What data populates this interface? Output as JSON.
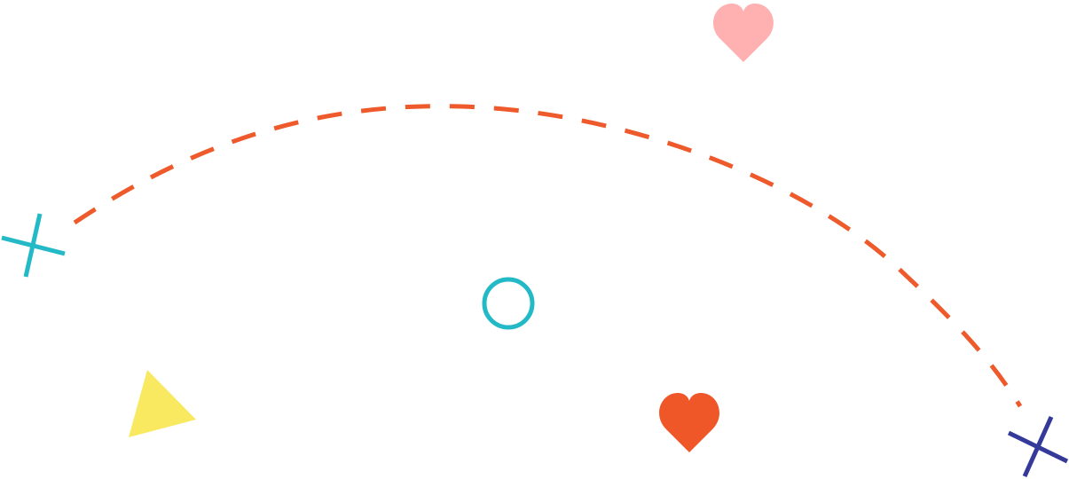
{
  "canvas": {
    "background": "#ffffff"
  },
  "colors": {
    "dashed_arc": "#EE5A2C",
    "cross_left": "#23B9C6",
    "cross_right": "#35399A",
    "circle": "#23B9C6",
    "triangle": "#F8E961",
    "heart_top": "#FFB1B1",
    "heart_bottom": "#EF5728"
  },
  "shapes": [
    {
      "name": "dashed-arc",
      "icon": "dashed-curve"
    },
    {
      "name": "cross-left",
      "icon": "cross-icon"
    },
    {
      "name": "cross-right",
      "icon": "cross-icon"
    },
    {
      "name": "ring",
      "icon": "circle-outline-icon"
    },
    {
      "name": "triangle",
      "icon": "triangle-icon"
    },
    {
      "name": "heart-top",
      "icon": "heart-icon"
    },
    {
      "name": "heart-bottom",
      "icon": "heart-icon"
    }
  ]
}
